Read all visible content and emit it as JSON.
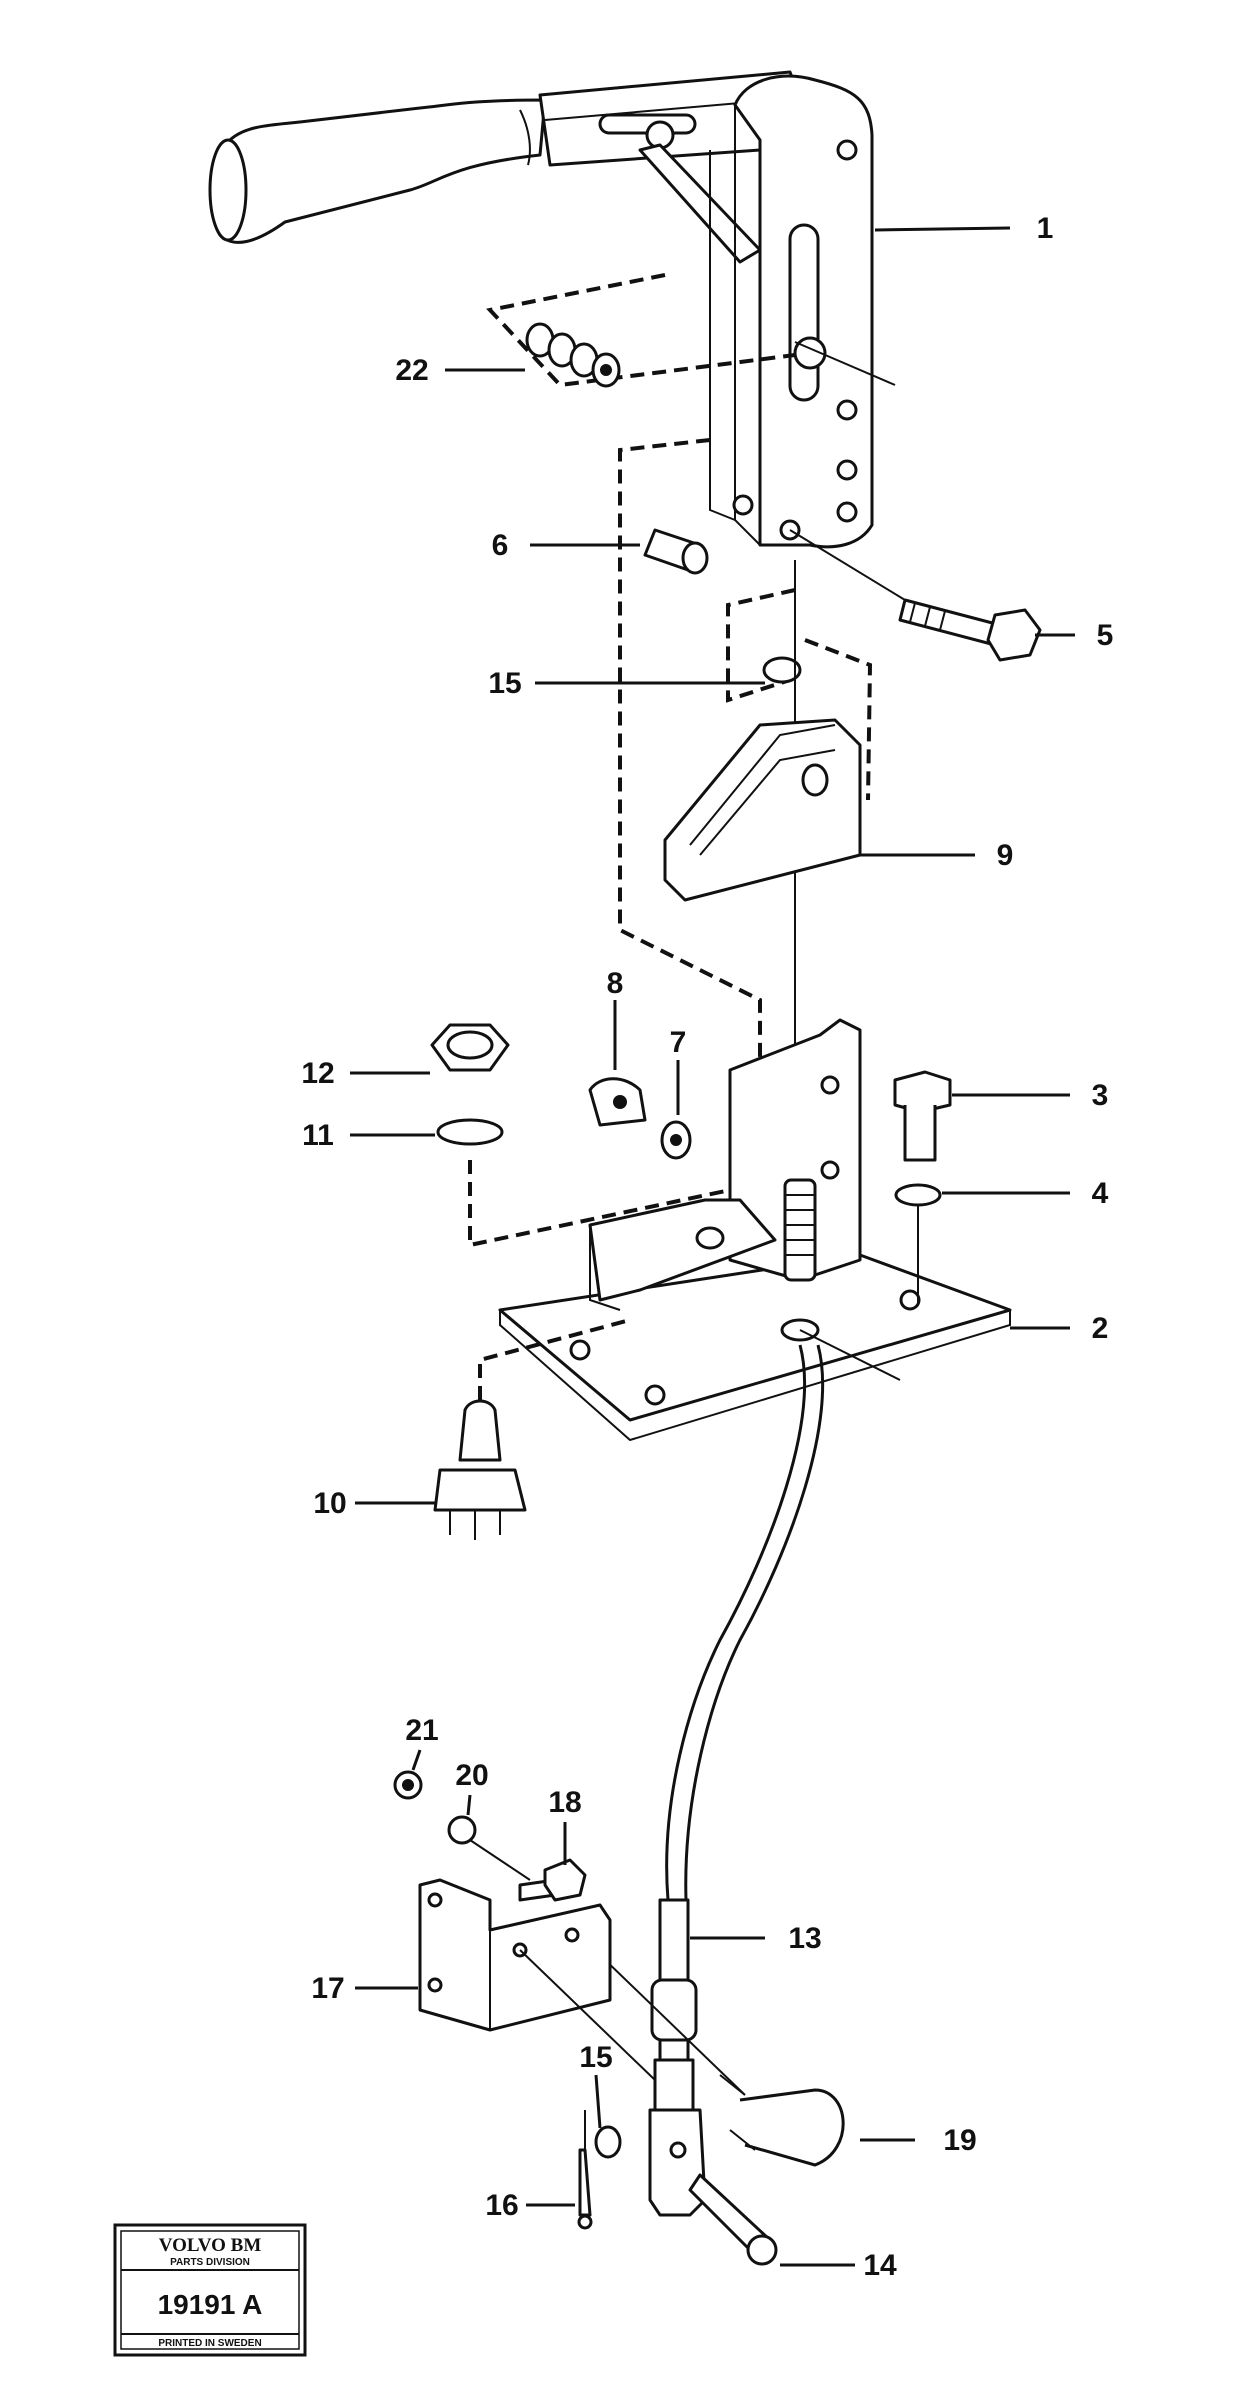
{
  "callouts": [
    {
      "id": "1",
      "label": "1"
    },
    {
      "id": "2",
      "label": "2"
    },
    {
      "id": "3",
      "label": "3"
    },
    {
      "id": "4",
      "label": "4"
    },
    {
      "id": "5",
      "label": "5"
    },
    {
      "id": "6",
      "label": "6"
    },
    {
      "id": "7",
      "label": "7"
    },
    {
      "id": "8",
      "label": "8"
    },
    {
      "id": "9",
      "label": "9"
    },
    {
      "id": "10",
      "label": "10"
    },
    {
      "id": "11",
      "label": "11"
    },
    {
      "id": "12",
      "label": "12"
    },
    {
      "id": "13",
      "label": "13"
    },
    {
      "id": "14",
      "label": "14"
    },
    {
      "id": "15a",
      "label": "15"
    },
    {
      "id": "15b",
      "label": "15"
    },
    {
      "id": "16",
      "label": "16"
    },
    {
      "id": "17",
      "label": "17"
    },
    {
      "id": "18",
      "label": "18"
    },
    {
      "id": "19",
      "label": "19"
    },
    {
      "id": "20",
      "label": "20"
    },
    {
      "id": "21",
      "label": "21"
    },
    {
      "id": "22",
      "label": "22"
    }
  ],
  "stamp": {
    "brand": "VOLVO BM",
    "division": "PARTS DIVISION",
    "number": "19191 A",
    "printed": "PRINTED IN SWEDEN"
  }
}
